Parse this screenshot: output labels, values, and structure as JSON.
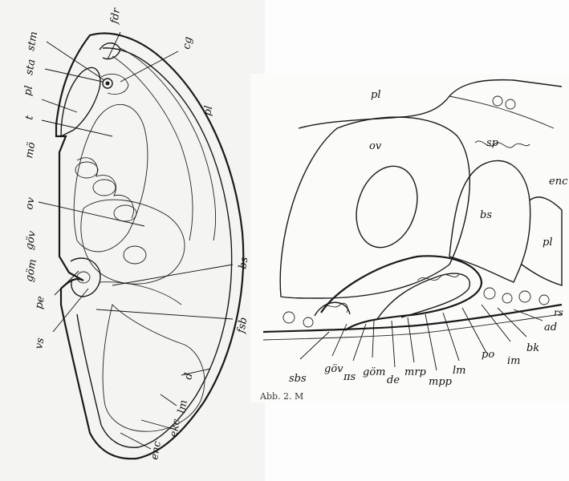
{
  "figures": {
    "left": {
      "labels": {
        "fdr": "fdr",
        "stm": "stm",
        "cg": "cg",
        "sta": "sta",
        "pl_left": "pl",
        "pl_right": "pl",
        "t": "t",
        "mo": "mö",
        "ov": "ov",
        "gov": "göv",
        "gom": "göm",
        "bs": "bs",
        "pe": "pe",
        "fsb": "fsb",
        "vs": "vs",
        "d": "d",
        "lm": "lm",
        "ekc": "ekc",
        "enc": "enc"
      }
    },
    "right": {
      "labels": {
        "pl_top": "pl",
        "ov": "ov",
        "sp": "sp",
        "enc": "enc",
        "bs": "bs",
        "pl_right": "pl",
        "rs": "rs",
        "ad": "ad",
        "bk": "bk",
        "im": "im",
        "po": "po",
        "lm": "lm",
        "mpp": "mpp",
        "mrp": "mrp",
        "de": "de",
        "gom": "göm",
        "pos": "πs",
        "gov": "göv",
        "sbs": "sbs"
      },
      "caption_fragment": "Abb. 2. M"
    }
  }
}
